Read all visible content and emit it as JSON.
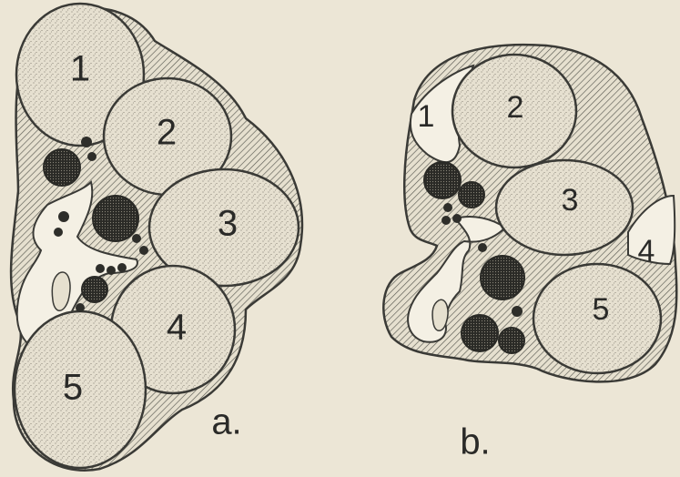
{
  "figure": {
    "panel_a": {
      "caption": "a.",
      "labels": [
        "1",
        "2",
        "3",
        "4",
        "5"
      ]
    },
    "panel_b": {
      "caption": "b.",
      "labels": [
        "1",
        "2",
        "3",
        "4",
        "5"
      ]
    },
    "colors": {
      "background": "#ece6d6",
      "cell_fill": "#e2dccb",
      "outline": "#3a3a36",
      "hatch": "#4a4a44",
      "dark_cell": "#2e2e2a",
      "cavity": "#f4f0e4"
    }
  }
}
